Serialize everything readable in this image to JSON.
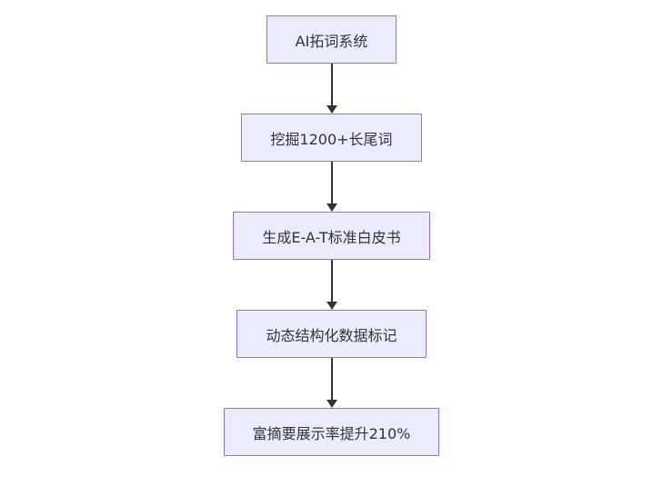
{
  "diagram": {
    "type": "flowchart",
    "direction": "top-to-bottom",
    "nodes": [
      {
        "id": "A",
        "label": "AI拓词系统"
      },
      {
        "id": "B",
        "label": "挖掘1200+长尾词"
      },
      {
        "id": "C",
        "label": "生成E-A-T标准白皮书"
      },
      {
        "id": "D",
        "label": "动态结构化数据标记"
      },
      {
        "id": "E",
        "label": "富摘要展示率提升210%"
      }
    ],
    "edges": [
      {
        "from": "A",
        "to": "B"
      },
      {
        "from": "B",
        "to": "C"
      },
      {
        "from": "C",
        "to": "D"
      },
      {
        "from": "D",
        "to": "E"
      }
    ],
    "colors": {
      "background": "#ffffff",
      "node_fill": "#ECECFF",
      "node_border": "#9370DB",
      "node_text": "#333333",
      "arrow": "#333333"
    }
  }
}
